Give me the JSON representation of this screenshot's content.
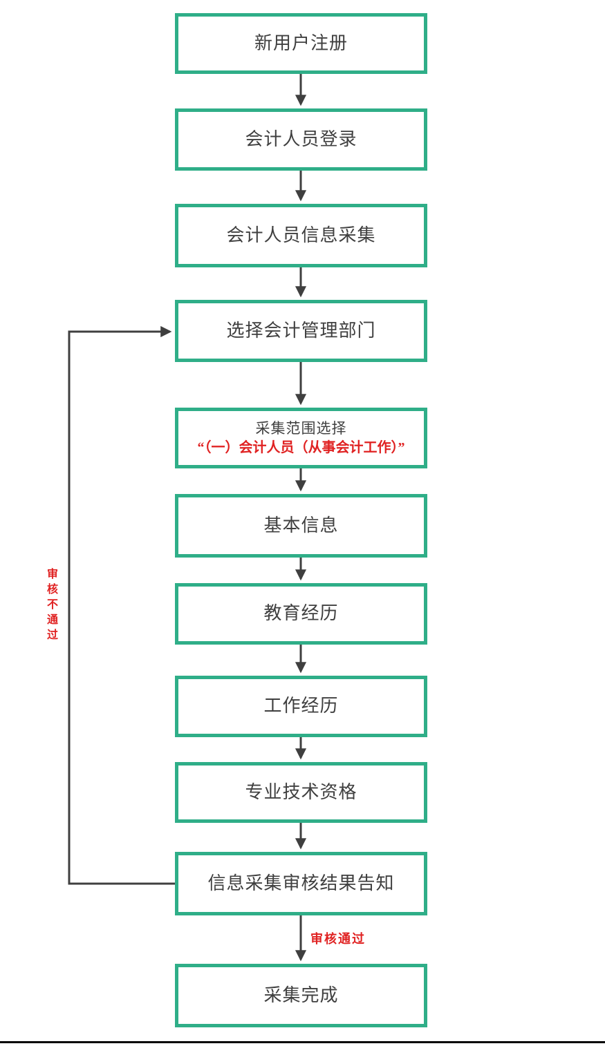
{
  "flowchart": {
    "nodes": [
      {
        "id": "register",
        "label": "新用户注册"
      },
      {
        "id": "login",
        "label": "会计人员登录"
      },
      {
        "id": "info-collection",
        "label": "会计人员信息采集"
      },
      {
        "id": "select-dept",
        "label": "选择会计管理部门"
      },
      {
        "id": "scope-select",
        "line1": "采集范围选择",
        "line2": "“（一）会计人员（从事会计工作）”"
      },
      {
        "id": "basic-info",
        "label": "基本信息"
      },
      {
        "id": "education",
        "label": "教育经历"
      },
      {
        "id": "work-experience",
        "label": "工作经历"
      },
      {
        "id": "professional-qualification",
        "label": "专业技术资格"
      },
      {
        "id": "review-result",
        "label": "信息采集审核结果告知"
      },
      {
        "id": "complete",
        "label": "采集完成"
      }
    ],
    "edge_labels": {
      "approve": "审核通过",
      "reject": "审核不通过"
    },
    "colors": {
      "node_border": "#2fae88",
      "arrow": "#3f3f3f",
      "node_text": "#3f3f3f",
      "highlight_red": "#e02222",
      "page_bottom_rule": "#000000"
    }
  }
}
